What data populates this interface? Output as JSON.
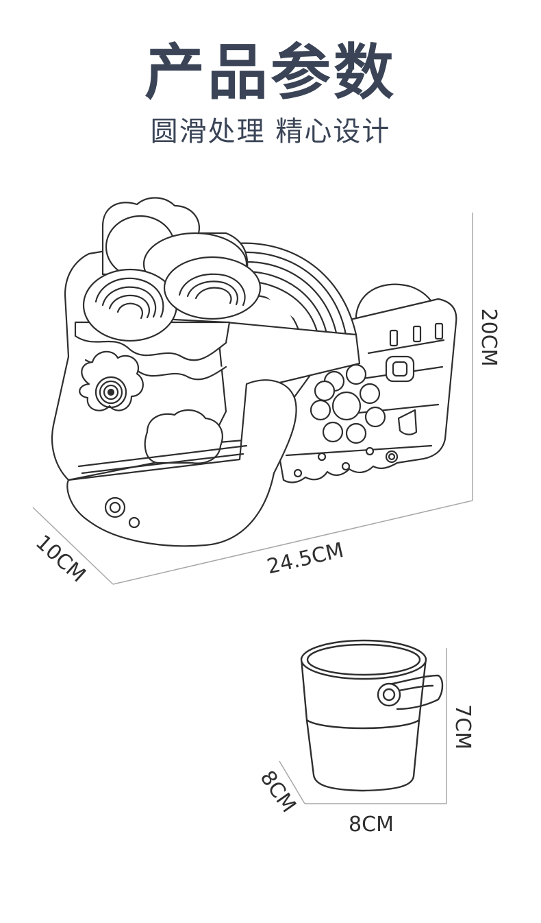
{
  "header": {
    "title": "产品参数",
    "subtitle": "圆滑处理 精心设计"
  },
  "toy": {
    "dimensions": {
      "height": "20CM",
      "depth": "10CM",
      "width": "24.5CM"
    }
  },
  "cup": {
    "dimensions": {
      "height": "7CM",
      "depth": "8CM",
      "width": "8CM"
    }
  },
  "colors": {
    "text": "#3a4456",
    "line": "#2e2e2e",
    "dimension_line": "#a8a8a8"
  }
}
